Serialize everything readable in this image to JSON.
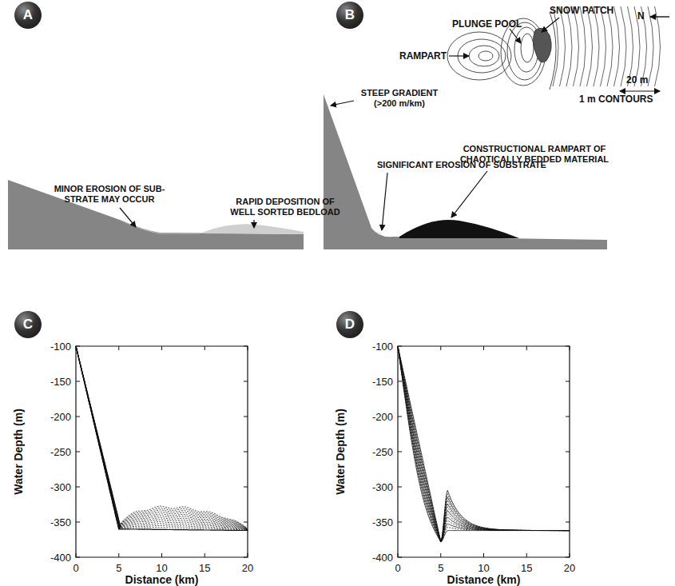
{
  "diagram": {
    "nodes": [
      {
        "text": [
          "A"
        ]
      },
      {
        "text": [
          "B"
        ]
      },
      {
        "text": [
          "C"
        ]
      },
      {
        "text": [
          "D"
        ]
      }
    ],
    "labels": [
      "MINOR EROSION OF SUB- STRATE MAY OCCUR",
      "RAPID DEPOSITION OF WELL SORTED BEDLOAD",
      "STEEP GRADIENT (>200 m/km)",
      "SIGNIFICANT EROSION OF SUBSTRATE",
      "CONSTRUCTIONAL RAMPART OF CHAOTICALLY BEDDED MATERIAL",
      "PLUNGE POOL",
      "SNOW PATCH",
      "RAMPART",
      "N",
      "20 m",
      "1 m CONTOURS",
      "Water Depth (m)",
      "-100",
      "-150",
      "-200",
      "-250",
      "-300",
      "-350",
      "-400",
      "0",
      "5",
      "10",
      "15",
      "20",
      "Distance (km)",
      "Water Depth (m)",
      "-100",
      "-150",
      "-200",
      "-250",
      "-300",
      "-350",
      "-400",
      "0",
      "5",
      "10",
      "15",
      "20",
      "Distance (km)"
    ]
  }
}
